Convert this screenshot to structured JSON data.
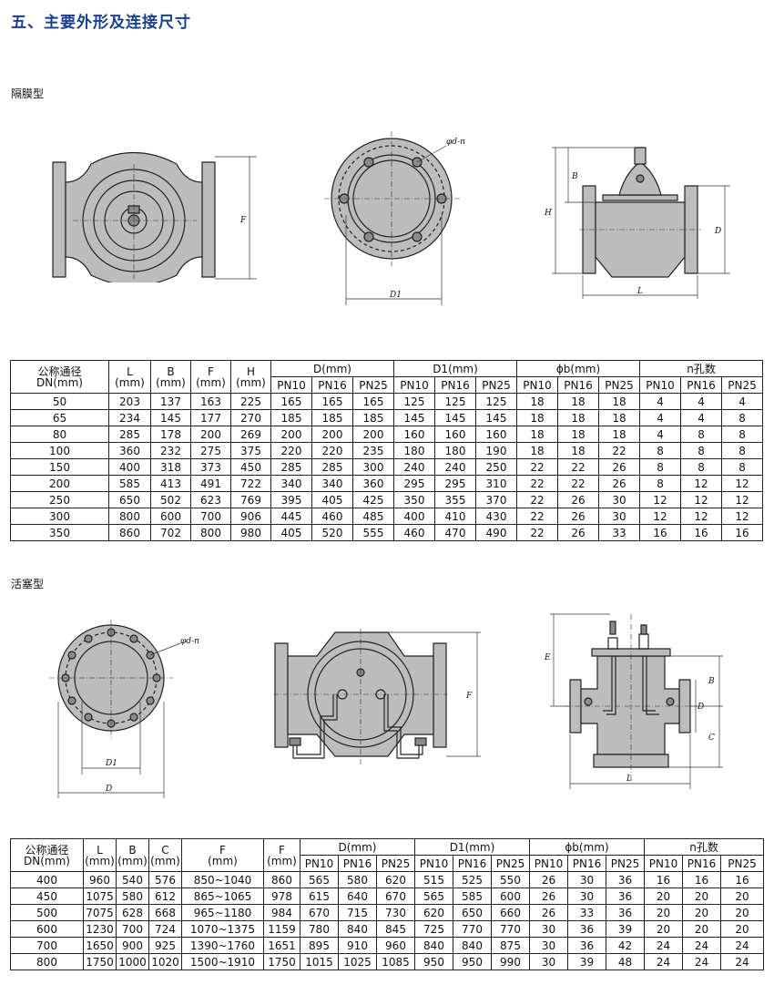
{
  "title": "五、主要外形及连接尺寸",
  "section1": "隔膜型",
  "section2": "活塞型",
  "labels": {
    "F": "F",
    "D1": "D1",
    "H": "H",
    "B": "B",
    "D": "D",
    "L": "L",
    "phid": "φd-n",
    "E": "E",
    "C": "C"
  },
  "table1": {
    "h_dn1": "公称通径",
    "h_dn2": "DN(mm)",
    "h_L1": "L",
    "h_L2": "(mm)",
    "h_B1": "B",
    "h_B2": "(mm)",
    "h_F1": "F",
    "h_F2": "(mm)",
    "h_H1": "H",
    "h_H2": "(mm)",
    "h_D": "D(mm)",
    "h_D1": "D1(mm)",
    "h_pb": "ɸb(mm)",
    "h_n": "n孔数",
    "pn": [
      "PN10",
      "PN16",
      "PN25",
      "PN10",
      "PN16",
      "PN25",
      "PN10",
      "PN16",
      "PN25",
      "PN10",
      "PN16",
      "PN25"
    ],
    "rows": [
      [
        "50",
        "203",
        "137",
        "163",
        "225",
        "165",
        "165",
        "165",
        "125",
        "125",
        "125",
        "18",
        "18",
        "18",
        "4",
        "4",
        "4"
      ],
      [
        "65",
        "234",
        "145",
        "177",
        "270",
        "185",
        "185",
        "185",
        "145",
        "145",
        "145",
        "18",
        "18",
        "18",
        "4",
        "4",
        "8"
      ],
      [
        "80",
        "285",
        "178",
        "200",
        "269",
        "200",
        "200",
        "200",
        "160",
        "160",
        "160",
        "18",
        "18",
        "18",
        "4",
        "8",
        "8"
      ],
      [
        "100",
        "360",
        "232",
        "275",
        "375",
        "220",
        "220",
        "235",
        "180",
        "180",
        "190",
        "18",
        "18",
        "22",
        "8",
        "8",
        "8"
      ],
      [
        "150",
        "400",
        "318",
        "373",
        "450",
        "285",
        "285",
        "300",
        "240",
        "240",
        "250",
        "22",
        "22",
        "26",
        "8",
        "8",
        "8"
      ],
      [
        "200",
        "585",
        "413",
        "491",
        "722",
        "340",
        "340",
        "360",
        "295",
        "295",
        "310",
        "22",
        "22",
        "26",
        "8",
        "12",
        "12"
      ],
      [
        "250",
        "650",
        "502",
        "623",
        "769",
        "395",
        "405",
        "425",
        "350",
        "355",
        "370",
        "22",
        "26",
        "30",
        "12",
        "12",
        "12"
      ],
      [
        "300",
        "800",
        "600",
        "700",
        "906",
        "445",
        "460",
        "485",
        "400",
        "410",
        "430",
        "22",
        "26",
        "30",
        "12",
        "12",
        "12"
      ],
      [
        "350",
        "860",
        "702",
        "800",
        "980",
        "405",
        "520",
        "555",
        "460",
        "470",
        "490",
        "22",
        "26",
        "33",
        "16",
        "16",
        "16"
      ]
    ]
  },
  "table2": {
    "h_dn1": "公称通径",
    "h_dn2": "DN(mm)",
    "h_L1": "L",
    "h_L2": "(mm)",
    "h_B1": "B",
    "h_B2": "(mm)",
    "h_C1": "C",
    "h_C2": "(mm)",
    "h_F1": "F",
    "h_F2": "(mm)",
    "h_G1": "F",
    "h_G2": "(mm)",
    "h_D": "D(mm)",
    "h_D1": "D1(mm)",
    "h_pb": "ɸb(mm)",
    "h_n": "n孔数",
    "pn": [
      "PN10",
      "PN16",
      "PN25",
      "PN10",
      "PN16",
      "PN25",
      "PN10",
      "PN16",
      "PN25",
      "PN10",
      "PN16",
      "PN25"
    ],
    "rows": [
      [
        "400",
        "960",
        "540",
        "576",
        "850~1040",
        "860",
        "565",
        "580",
        "620",
        "515",
        "525",
        "550",
        "26",
        "30",
        "36",
        "16",
        "16",
        "16"
      ],
      [
        "450",
        "1075",
        "580",
        "612",
        "865~1065",
        "978",
        "615",
        "640",
        "670",
        "565",
        "585",
        "600",
        "26",
        "30",
        "36",
        "20",
        "20",
        "20"
      ],
      [
        "500",
        "7075",
        "628",
        "668",
        "965~1180",
        "984",
        "670",
        "715",
        "730",
        "620",
        "650",
        "660",
        "26",
        "33",
        "36",
        "20",
        "20",
        "20"
      ],
      [
        "600",
        "1230",
        "700",
        "724",
        "1070~1375",
        "1159",
        "780",
        "840",
        "845",
        "725",
        "770",
        "770",
        "30",
        "36",
        "39",
        "20",
        "20",
        "20"
      ],
      [
        "700",
        "1650",
        "900",
        "925",
        "1390~1760",
        "1651",
        "895",
        "910",
        "960",
        "840",
        "840",
        "875",
        "30",
        "36",
        "42",
        "24",
        "24",
        "24"
      ],
      [
        "800",
        "1750",
        "1000",
        "1020",
        "1500~1910",
        "1750",
        "1015",
        "1025",
        "1085",
        "950",
        "950",
        "990",
        "30",
        "39",
        "48",
        "24",
        "24",
        "24"
      ]
    ]
  }
}
